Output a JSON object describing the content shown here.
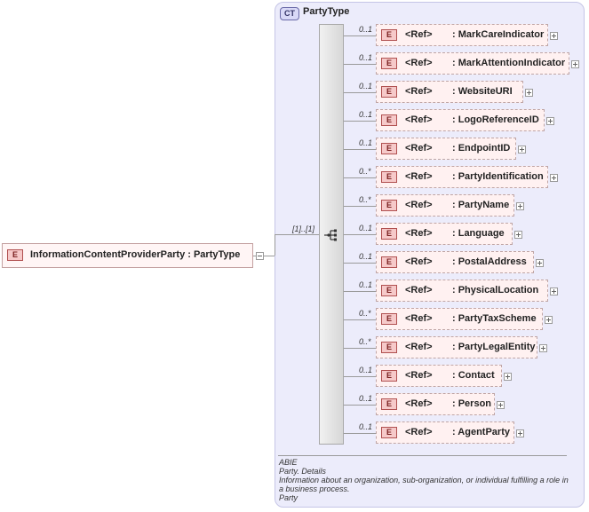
{
  "root": {
    "badge": "E",
    "label": "InformationContentProviderParty : PartyType"
  },
  "complex_type": {
    "badge": "CT",
    "title": "PartyType"
  },
  "sequence": {
    "cardinality": "[1]..[1]"
  },
  "children": [
    {
      "occ": "0..1",
      "ref": "<Ref>",
      "name": ": MarkCareIndicator",
      "badge": "E"
    },
    {
      "occ": "0..1",
      "ref": "<Ref>",
      "name": ": MarkAttentionIndicator",
      "badge": "E"
    },
    {
      "occ": "0..1",
      "ref": "<Ref>",
      "name": ": WebsiteURI",
      "badge": "E"
    },
    {
      "occ": "0..1",
      "ref": "<Ref>",
      "name": ": LogoReferenceID",
      "badge": "E"
    },
    {
      "occ": "0..1",
      "ref": "<Ref>",
      "name": ": EndpointID",
      "badge": "E"
    },
    {
      "occ": "0..*",
      "ref": "<Ref>",
      "name": ": PartyIdentification",
      "badge": "E"
    },
    {
      "occ": "0..*",
      "ref": "<Ref>",
      "name": ": PartyName",
      "badge": "E"
    },
    {
      "occ": "0..1",
      "ref": "<Ref>",
      "name": ": Language",
      "badge": "E"
    },
    {
      "occ": "0..1",
      "ref": "<Ref>",
      "name": ": PostalAddress",
      "badge": "E"
    },
    {
      "occ": "0..1",
      "ref": "<Ref>",
      "name": ": PhysicalLocation",
      "badge": "E"
    },
    {
      "occ": "0..*",
      "ref": "<Ref>",
      "name": ": PartyTaxScheme",
      "badge": "E"
    },
    {
      "occ": "0..*",
      "ref": "<Ref>",
      "name": ": PartyLegalEntity",
      "badge": "E"
    },
    {
      "occ": "0..1",
      "ref": "<Ref>",
      "name": ": Contact",
      "badge": "E"
    },
    {
      "occ": "0..1",
      "ref": "<Ref>",
      "name": ": Person",
      "badge": "E"
    },
    {
      "occ": "0..1",
      "ref": "<Ref>",
      "name": ": AgentParty",
      "badge": "E"
    }
  ],
  "annotation": {
    "line1": "ABIE",
    "line2": "Party. Details",
    "line3": "Information about an organization, sub-organization, or individual fulfilling a role in a business process.",
    "line4": "Party"
  },
  "colors": {
    "ct_background": "#ececfb",
    "element_background": "#fff1f1",
    "element_badge": "#f6c9c9"
  }
}
